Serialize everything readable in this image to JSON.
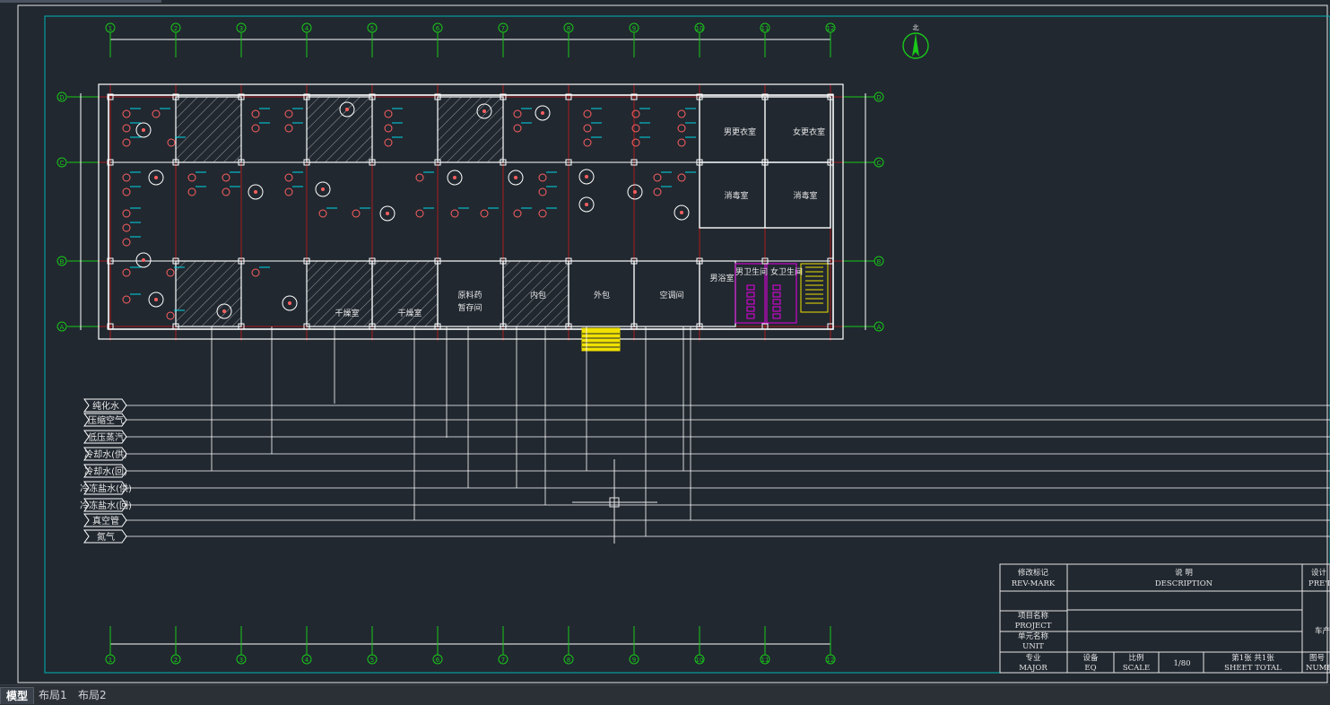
{
  "colors": {
    "background": "#212830",
    "frame": "#e6e6e6",
    "inner_frame": "#00b4b4",
    "grid_line": "#d01818",
    "axis_bubble": "#19c819",
    "wall": "#ffffff",
    "equipment": "#ff6060",
    "cyan_text": "#00d7e6",
    "hatch": "#b8b8b8",
    "magenta": "#e600e6",
    "yellow": "#f0e000"
  },
  "axes": {
    "columns": [
      "1",
      "2",
      "3",
      "4",
      "5",
      "6",
      "7",
      "8",
      "9",
      "10",
      "11",
      "12"
    ],
    "rows": [
      "D",
      "C",
      "B",
      "A"
    ]
  },
  "north_label": "北",
  "rooms": {
    "men_locker": "男更衣室",
    "women_locker": "女更衣室",
    "disinfect_1": "消毒室",
    "disinfect_2": "消毒室",
    "men_bath": "男浴室",
    "men_wc": "男卫生间",
    "women_wc": "女卫生间",
    "dry_1": "干燥室",
    "dry_2": "干燥室",
    "raw_storage_1": "原料药",
    "raw_storage_2": "暂存间",
    "inner_pack": "内包",
    "outer_pack": "外包",
    "aircon": "空调间"
  },
  "pipes": [
    "纯化水",
    "压缩空气",
    "低压蒸汽",
    "冷却水(供)",
    "冷却水(回)",
    "冷冻盐水(供)",
    "冷冻盐水(回)",
    "真空管",
    "氮气"
  ],
  "title_block": {
    "rev_mark_cn": "修改标记",
    "rev_mark_en": "REV-MARK",
    "desc_cn": "说     明",
    "desc_en": "DESCRIPTION",
    "design_cn": "设计",
    "design_en": "PRE'D",
    "project_cn": "项目名称",
    "project_en": "PROJECT",
    "unit_cn": "单元名称",
    "unit_en": "UNIT",
    "workshop": "车产",
    "major_cn": "专业",
    "major_en": "MAJOR",
    "eq_cn": "设备",
    "eq_en": "EQ",
    "scale_cn": "比例",
    "scale_en": "SCALE",
    "scale_value": "1/80",
    "sheet_cn": "第1张 共1张",
    "sheet_en": "SHEET TOTAL",
    "number_cn": "图号",
    "number_en": "NUMBER"
  },
  "tabs": {
    "model": "模型",
    "layout1": "布局1",
    "layout2": "布局2"
  }
}
